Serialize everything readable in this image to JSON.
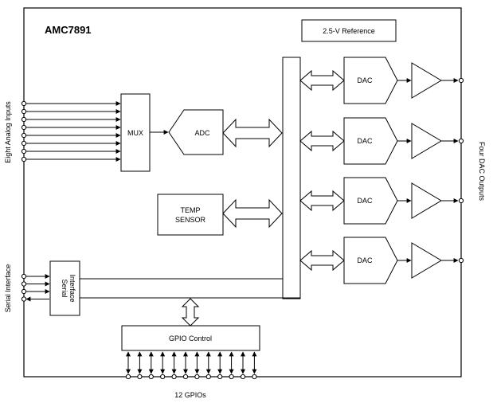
{
  "chip_name": "AMC7891",
  "reference_label": "2.5-V Reference",
  "mux_label": "MUX",
  "adc_label": "ADC",
  "temp_sensor_label": [
    "TEMP",
    "SENSOR"
  ],
  "dac_labels": [
    "DAC",
    "DAC",
    "DAC",
    "DAC"
  ],
  "serial_interface_block_label": [
    "Serial",
    "Interface"
  ],
  "gpio_control_label": "GPIO Control",
  "left_label_analog": "Eight Analog Inputs",
  "left_label_serial": "Serial Interface",
  "right_label_dac": "Four DAC Outputs",
  "bottom_label_gpio": "12 GPIOs",
  "counts": {
    "analog_inputs": 8,
    "serial_lines": 4,
    "gpio_pins": 12,
    "dac_channels": 4
  }
}
